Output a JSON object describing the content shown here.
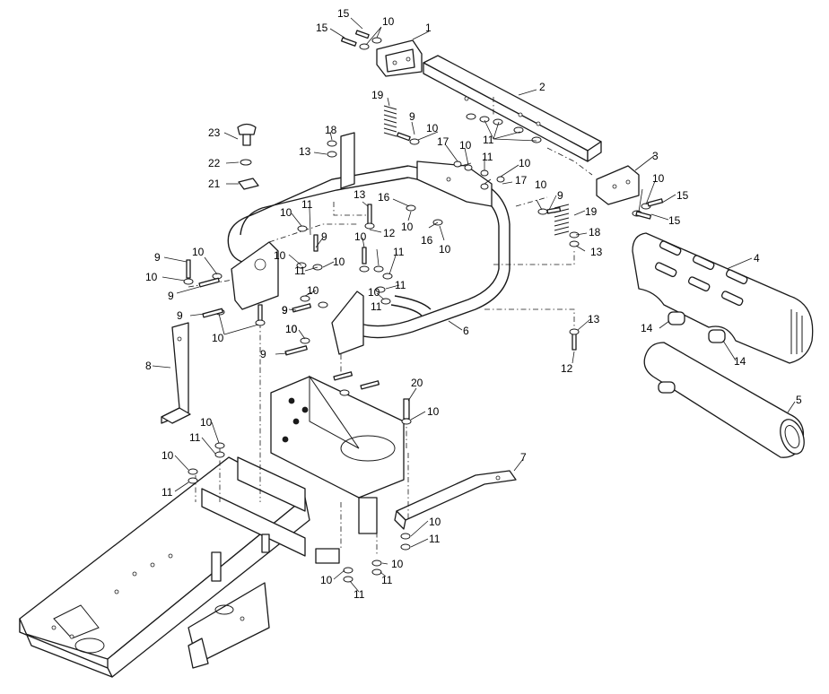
{
  "callouts": [
    {
      "n": "15"
    },
    {
      "n": "15"
    },
    {
      "n": "10"
    },
    {
      "n": "1"
    },
    {
      "n": "2"
    },
    {
      "n": "19"
    },
    {
      "n": "9"
    },
    {
      "n": "10"
    },
    {
      "n": "11"
    },
    {
      "n": "17"
    },
    {
      "n": "10"
    },
    {
      "n": "11"
    },
    {
      "n": "10"
    },
    {
      "n": "17"
    },
    {
      "n": "23"
    },
    {
      "n": "18"
    },
    {
      "n": "13"
    },
    {
      "n": "22"
    },
    {
      "n": "21"
    },
    {
      "n": "3"
    },
    {
      "n": "10"
    },
    {
      "n": "15"
    },
    {
      "n": "15"
    },
    {
      "n": "10"
    },
    {
      "n": "9"
    },
    {
      "n": "19"
    },
    {
      "n": "13"
    },
    {
      "n": "16"
    },
    {
      "n": "10"
    },
    {
      "n": "10"
    },
    {
      "n": "11"
    },
    {
      "n": "12"
    },
    {
      "n": "16"
    },
    {
      "n": "10"
    },
    {
      "n": "18"
    },
    {
      "n": "13"
    },
    {
      "n": "4"
    },
    {
      "n": "9"
    },
    {
      "n": "10"
    },
    {
      "n": "9"
    },
    {
      "n": "10"
    },
    {
      "n": "11"
    },
    {
      "n": "10"
    },
    {
      "n": "10"
    },
    {
      "n": "11"
    },
    {
      "n": "10"
    },
    {
      "n": "9"
    },
    {
      "n": "10"
    },
    {
      "n": "11"
    },
    {
      "n": "9"
    },
    {
      "n": "10"
    },
    {
      "n": "10"
    },
    {
      "n": "11"
    },
    {
      "n": "10"
    },
    {
      "n": "9"
    },
    {
      "n": "6"
    },
    {
      "n": "13"
    },
    {
      "n": "14"
    },
    {
      "n": "14"
    },
    {
      "n": "9"
    },
    {
      "n": "10"
    },
    {
      "n": "9"
    },
    {
      "n": "12"
    },
    {
      "n": "8"
    },
    {
      "n": "5"
    },
    {
      "n": "20"
    },
    {
      "n": "10"
    },
    {
      "n": "10"
    },
    {
      "n": "11"
    },
    {
      "n": "7"
    },
    {
      "n": "10"
    },
    {
      "n": "11"
    },
    {
      "n": "10"
    },
    {
      "n": "11"
    },
    {
      "n": "10"
    },
    {
      "n": "11"
    },
    {
      "n": "10"
    },
    {
      "n": "11"
    }
  ]
}
